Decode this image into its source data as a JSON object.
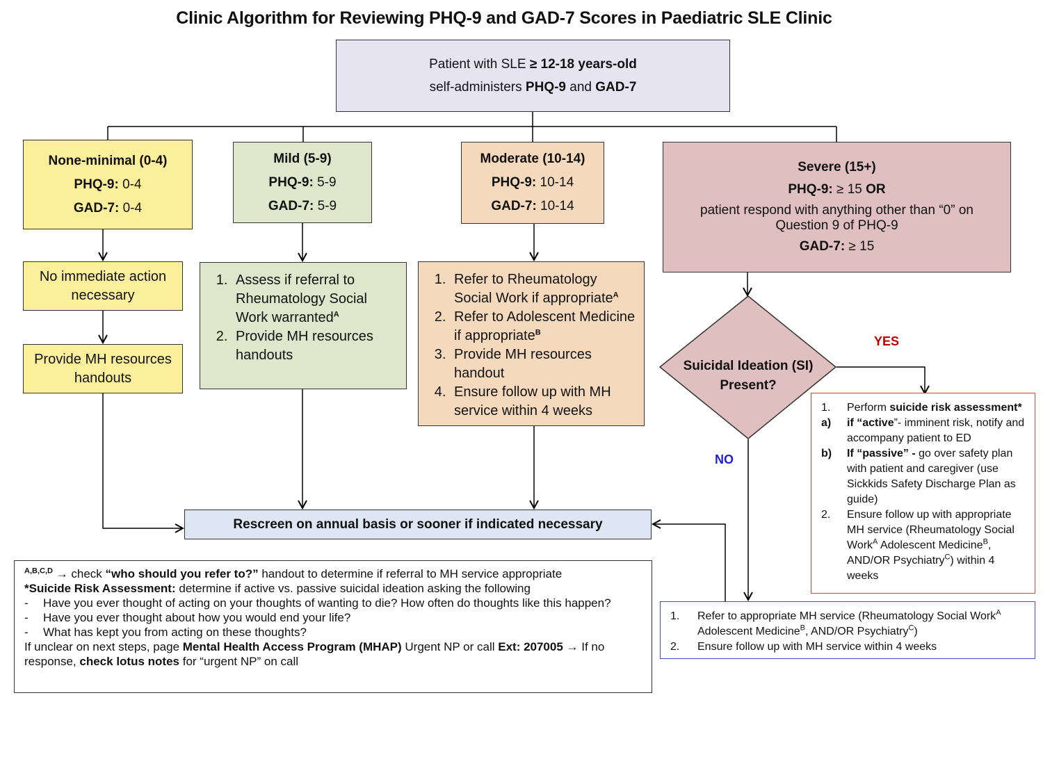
{
  "title": "Clinic Algorithm for Reviewing PHQ-9 and GAD-7 Scores in Paediatric SLE Clinic",
  "start": {
    "line1_pre": "Patient with SLE ",
    "line1_bold": "≥ 12-18 years-old",
    "line2_pre": "self-administers ",
    "line2_bold1": "PHQ-9",
    "line2_mid": " and ",
    "line2_bold2": "GAD-7"
  },
  "categories": {
    "none": {
      "heading": "None-minimal (0-4)",
      "phq_label": "PHQ-9:",
      "phq_value": " 0-4",
      "gad_label": "GAD-7:",
      "gad_value": " 0-4"
    },
    "mild": {
      "heading": "Mild (5-9)",
      "phq_label": "PHQ-9:",
      "phq_value": " 5-9",
      "gad_label": "GAD-7:",
      "gad_value": " 5-9"
    },
    "moderate": {
      "heading": "Moderate (10-14)",
      "phq_label": "PHQ-9:",
      "phq_value": " 10-14",
      "gad_label": "GAD-7:",
      "gad_value": " 10-14"
    },
    "severe": {
      "heading": "Severe (15+)",
      "phq_label": "PHQ-9:",
      "phq_value": " ≥ 15 ",
      "phq_or": "OR",
      "note": "patient respond with anything other than “0” on Question 9 of PHQ-9",
      "gad_label": "GAD-7:",
      "gad_value": " ≥ 15"
    }
  },
  "none_actions": {
    "no_action": "No immediate action necessary",
    "handouts": "Provide MH resources handouts"
  },
  "mild_actions": {
    "item1": "Assess if referral to Rheumatology Social Work warranted",
    "item1_sup": "A",
    "item2": "Provide MH resources handouts"
  },
  "moderate_actions": {
    "item1": "Refer to Rheumatology Social Work if appropriate",
    "item1_sup": "A",
    "item2": "Refer to Adolescent Medicine if appropriate",
    "item2_sup": "B",
    "item3": "Provide MH resources handout",
    "item4": "Ensure follow up with MH service within 4 weeks"
  },
  "decision": {
    "line1": "Suicidal Ideation (SI)",
    "line2": "Present?"
  },
  "yes_label": "YES",
  "no_label": "NO",
  "yes_actions": {
    "n1": "1.",
    "item1_pre": "Perform ",
    "item1_bold": "suicide risk assessment*",
    "a_label": "a)",
    "a_bold": "if “active",
    "a_text": "”- imminent risk, notify and accompany patient to ED",
    "b_label": "b)",
    "b_bold": "If “passive” - ",
    "b_text": " go over safety plan with patient and caregiver (use Sickkids Safety Discharge Plan as guide)",
    "n2": "2.",
    "item2_a": "Ensure follow up with appropriate MH service (Rheumatology Social Work",
    "sup_a": "A",
    "item2_b": " Adolescent Medicine",
    "sup_b": "B",
    "item2_c": ", AND/OR Psychiatry",
    "sup_c": "C",
    "item2_d": ") within 4 weeks"
  },
  "no_actions": {
    "n1": "1.",
    "item1_a": "Refer to appropriate MH service (Rheumatology Social Work",
    "sup_a": "A",
    "item1_b": " Adolescent Medicine",
    "sup_b": "B",
    "item1_c": ", AND/OR Psychiatry",
    "sup_c": "C",
    "item1_d": ")",
    "n2": "2.",
    "item2": "Ensure follow up with MH service within 4 weeks"
  },
  "rescreen": "Rescreen on annual basis or sooner if indicated necessary",
  "notes": {
    "sup_refs": "A,B,C,D",
    "line1_arrow": " → check ",
    "line1_bold": "“who should you refer to?”",
    "line1_rest": " handout to determine if referral to MH service appropriate",
    "line2_bold": "*Suicide Risk Assessment:",
    "line2_rest": " determine if active vs. passive suicidal ideation asking the following",
    "dash": "-",
    "q1": "Have you ever thought of acting on your thoughts of wanting to die? How often do thoughts like this happen?",
    "q2": "Have you ever thought about how you would end your life?",
    "q3": "What has kept you from acting on these thoughts?",
    "last_pre": "If unclear on next steps, page ",
    "last_bold1": "Mental Health Access Program (MHAP)",
    "last_mid": " Urgent NP or call ",
    "last_bold2": "Ext: 207005 →",
    "last_mid2": " If no response, ",
    "last_bold3": "check lotus notes",
    "last_end": " for “urgent NP” on call"
  },
  "colors": {
    "start_fill": "#e6e4f0",
    "none_fill": "#fcef9c",
    "mild_fill": "#dfe6cb",
    "moderate_fill": "#f5d9bd",
    "severe_fill": "#dfbfbf",
    "rescreen_fill": "#dde6f2",
    "yes_border": "#d9472c",
    "no_border": "#3b4fd9"
  }
}
